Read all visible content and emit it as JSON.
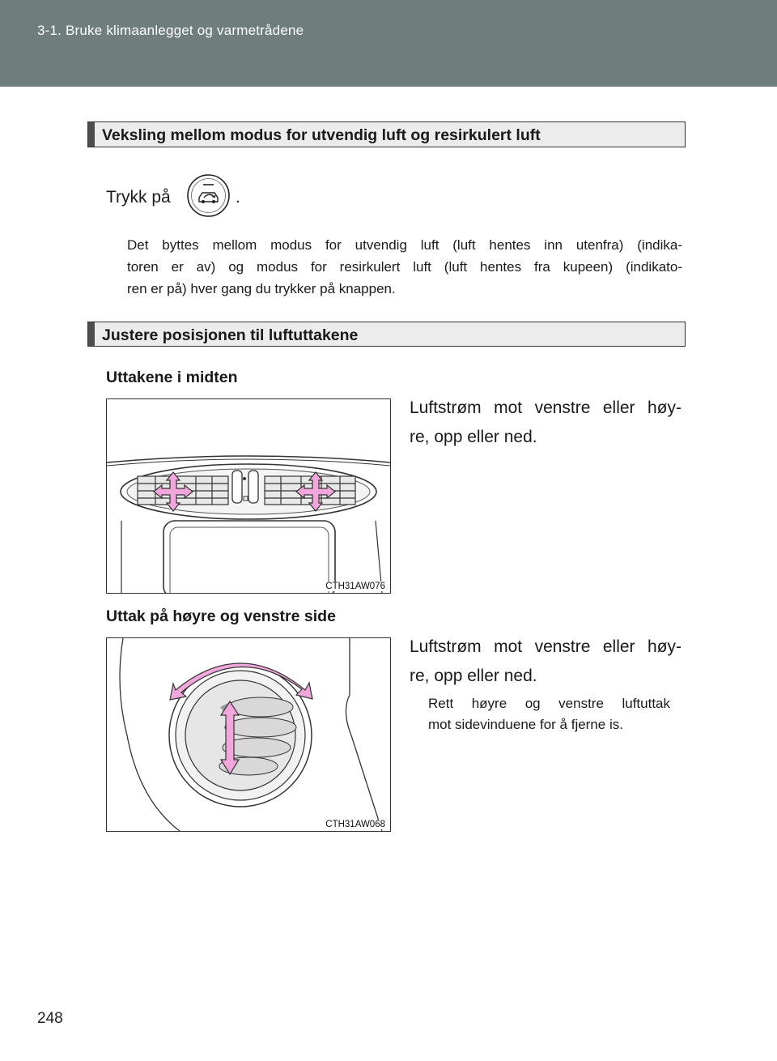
{
  "header": {
    "section": "3-1. Bruke klimaanlegget og varmetrådene"
  },
  "page": {
    "number": "248"
  },
  "section1": {
    "heading": "Veksling mellom modus for utvendig luft og resirkulert luft",
    "press_prefix": "Trykk på",
    "press_suffix": ".",
    "button_icon": "recirculation-button-icon",
    "description_line1": "Det byttes mellom modus for utvendig luft (luft hentes inn utenfra) (indika-",
    "description_line2": "toren er av) og modus for resirkulert luft (luft hentes fra kupeen) (indikato-",
    "description_line3": "ren er på) hver gang du trykker på knappen."
  },
  "section2": {
    "heading": "Justere posisjonen til luftuttakene",
    "center": {
      "title": "Uttakene i midten",
      "text_line1": "Luftstrøm mot venstre eller høy-",
      "text_line2": "re, opp eller ned.",
      "figure_code": "CTH31AW076"
    },
    "side": {
      "title": "Uttak på høyre og venstre side",
      "text_line1": "Luftstrøm mot venstre eller høy-",
      "text_line2": "re, opp eller ned.",
      "note_line1": "Rett høyre og venstre luftuttak",
      "note_line2": "mot sidevinduene for å fjerne is.",
      "figure_code": "CTH31AW068"
    }
  },
  "colors": {
    "header": "#6f7d7c",
    "arrow": "#f1a6dc",
    "heading_bg": "#ececec"
  }
}
